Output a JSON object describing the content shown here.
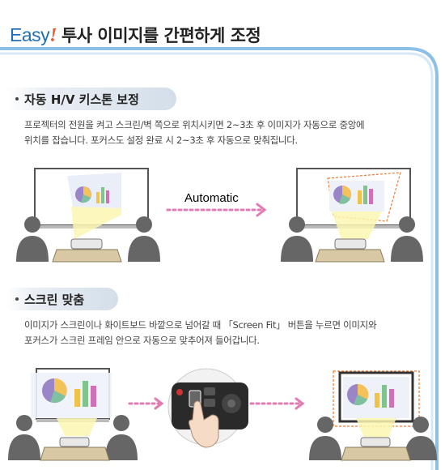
{
  "header": {
    "brand": "Easy",
    "brand_mark": "!",
    "title": "투사 이미지를 간편하게 조정"
  },
  "sections": [
    {
      "title": "자동 H/V 키스톤 보정",
      "description_lines": [
        "프로젝터의 전원을 켜고 스크린/벽 쪽으로 위치시키면 2~3초 후 이미지가 자동으로 중앙에",
        "위치를 잡습니다. 포커스도 설정 완료 시 2~3초 후 자동으로 맞춰집니다."
      ],
      "arrow_label": "Automatic"
    },
    {
      "title": "스크린 맞춤",
      "description_lines": [
        "이미지가 스크린이나 화이트보드 바깥으로 넘어갈 때 「Screen Fit」 버튼을 누르면 이미지와",
        "포커스가 스크린 프레임 안으로 자동으로 맞추어져 들어갑니다."
      ]
    }
  ],
  "icons": [
    "bullet-icon",
    "pie-chart-icon",
    "bar-chart-icon",
    "dotted-arrow-icon",
    "hand-pointer-icon",
    "remote-control-icon"
  ],
  "colors": {
    "brand_blue": "#1e6fb5",
    "accent_orange": "#e65a2e",
    "arrow_pink": "#e37bb3",
    "frame_line": "#7fb7e0",
    "guide_orange": "#f07830"
  }
}
